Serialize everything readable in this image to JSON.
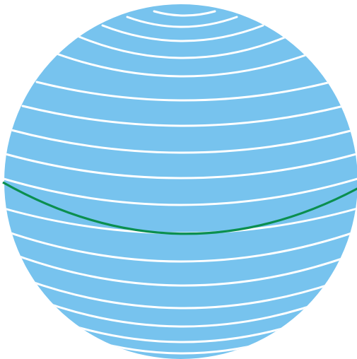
{
  "figure": {
    "kind": "globe-latitude-lines",
    "colors": {
      "sphere": "#77c3ee",
      "latitude_line": "#ffffff",
      "equator_line": "#0b8f4f",
      "background": "#ffffff"
    },
    "latitude_line_count": 20,
    "highlighted_line": "equator"
  }
}
